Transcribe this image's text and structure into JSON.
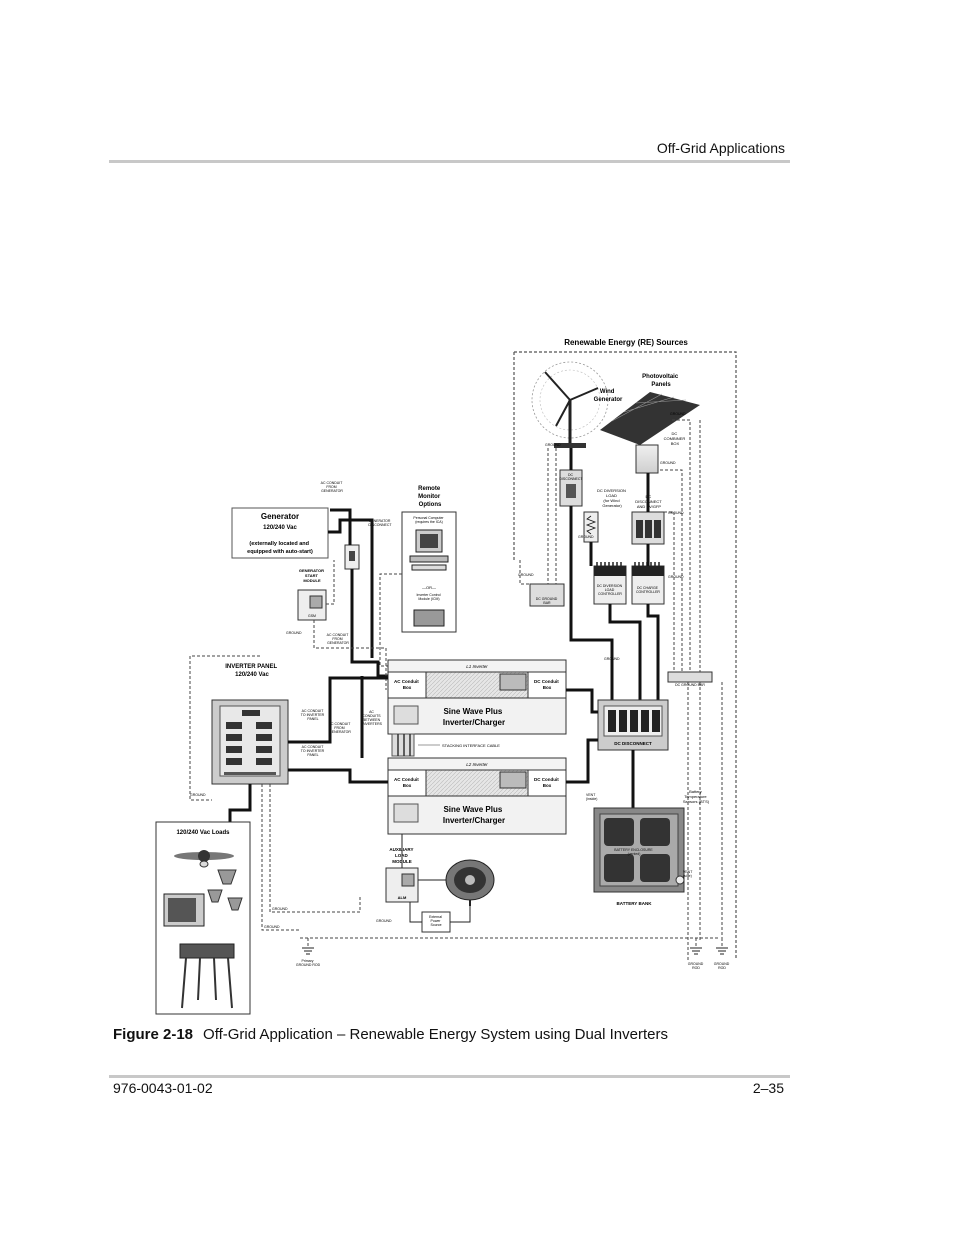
{
  "header": {
    "section": "Off-Grid Applications"
  },
  "figure": {
    "number": "Figure 2-18",
    "title": "Off-Grid Application – Renewable Energy System using Dual Inverters"
  },
  "footer": {
    "doc_number": "976-0043-01-02",
    "page": "2–35"
  },
  "diagram": {
    "re_sources": "Renewable Energy (RE) Sources",
    "wind_generator": [
      "Wind",
      "Generator"
    ],
    "pv_panels": [
      "Photovoltaic",
      "Panels"
    ],
    "dc_combiner": [
      "DC",
      "COMBINER",
      "BOX"
    ],
    "dc_disconnect_small": [
      "DC",
      "DISCONNECT"
    ],
    "dc_diversion": [
      "DC DIVERSION",
      "LOAD",
      "(for Wind",
      "Generator)"
    ],
    "dc_disconnect_pv": [
      "DC",
      "DISCONNECT",
      "AND PV/GFP"
    ],
    "dc_diversion_ctrl": [
      "DC DIVERSION",
      "LOAD",
      "CONTROLLER"
    ],
    "dc_charge_ctrl": [
      "DC CHARGE",
      "CONTROLLER"
    ],
    "dc_ground_bar": [
      "DC GROUND",
      "BAR"
    ],
    "dc_ground_bar2": "DC GROUND BAR",
    "ground": "GROUND",
    "remote_monitor": [
      "Remote",
      "Monitor",
      "Options"
    ],
    "pc": [
      "Personal Computer",
      "(requires the ICA)"
    ],
    "or": "—OR—",
    "icm": [
      "Inverter Control",
      "Module (ICM)"
    ],
    "generator_title": "Generator",
    "generator_vac": "120/240 Vac",
    "generator_note": [
      "(externally located and",
      "equipped with auto-start)"
    ],
    "ac_conduit_from_gen": [
      "AC CONDUIT",
      "FROM",
      "GENERATOR"
    ],
    "gen_disconnect": [
      "GENERATOR",
      "DISCONNECT"
    ],
    "gen_start": [
      "GENERATOR",
      "START",
      "MODULE"
    ],
    "gsm": "GSM",
    "inverter_panel": [
      "INVERTER PANEL",
      "120/240 Vac"
    ],
    "ac_to_panel": [
      "AC CONDUIT",
      "TO INVERTER",
      "PANEL"
    ],
    "ac_from_gen2": [
      "AC CONDUIT",
      "FROM",
      "GENERATOR"
    ],
    "ac_between": [
      "AC",
      "CONDUITS",
      "BETWEEN",
      "INVERTERS"
    ],
    "ac_to_panel2": [
      "AC CONDUIT",
      "TO INVERTER",
      "PANEL"
    ],
    "l1_inverter": "L1 Inverter",
    "l2_inverter": "L2 Inverter",
    "ac_conduit_box": [
      "AC Conduit",
      "Box"
    ],
    "dc_conduit_box": [
      "DC Conduit",
      "Box"
    ],
    "inverter_name": [
      "Sine Wave Plus",
      "Inverter/Charger"
    ],
    "stacking": "STACKING INTERFACE CABLE",
    "dc_disconnect_main": "DC DISCONNECT",
    "vent": [
      "VENT",
      "(inside)"
    ],
    "vent2": [
      "VENT",
      "(side)"
    ],
    "bts": [
      "Battery",
      "Temperature",
      "Sensors (BTS)"
    ],
    "battery_enclosure": [
      "BATTERY ENCLOSURE",
      "(vented)"
    ],
    "battery_bank": "BATTERY BANK",
    "loads": "120/240 Vac Loads",
    "alm": [
      "AUXILIARY",
      "LOAD",
      "MODULE"
    ],
    "alm_abbr": "ALM",
    "ext_power": [
      "External",
      "Power",
      "Source"
    ],
    "primary_rod": [
      "Primary",
      "GROUND ROD"
    ],
    "ground_rod": [
      "GROUND",
      "ROD"
    ]
  }
}
